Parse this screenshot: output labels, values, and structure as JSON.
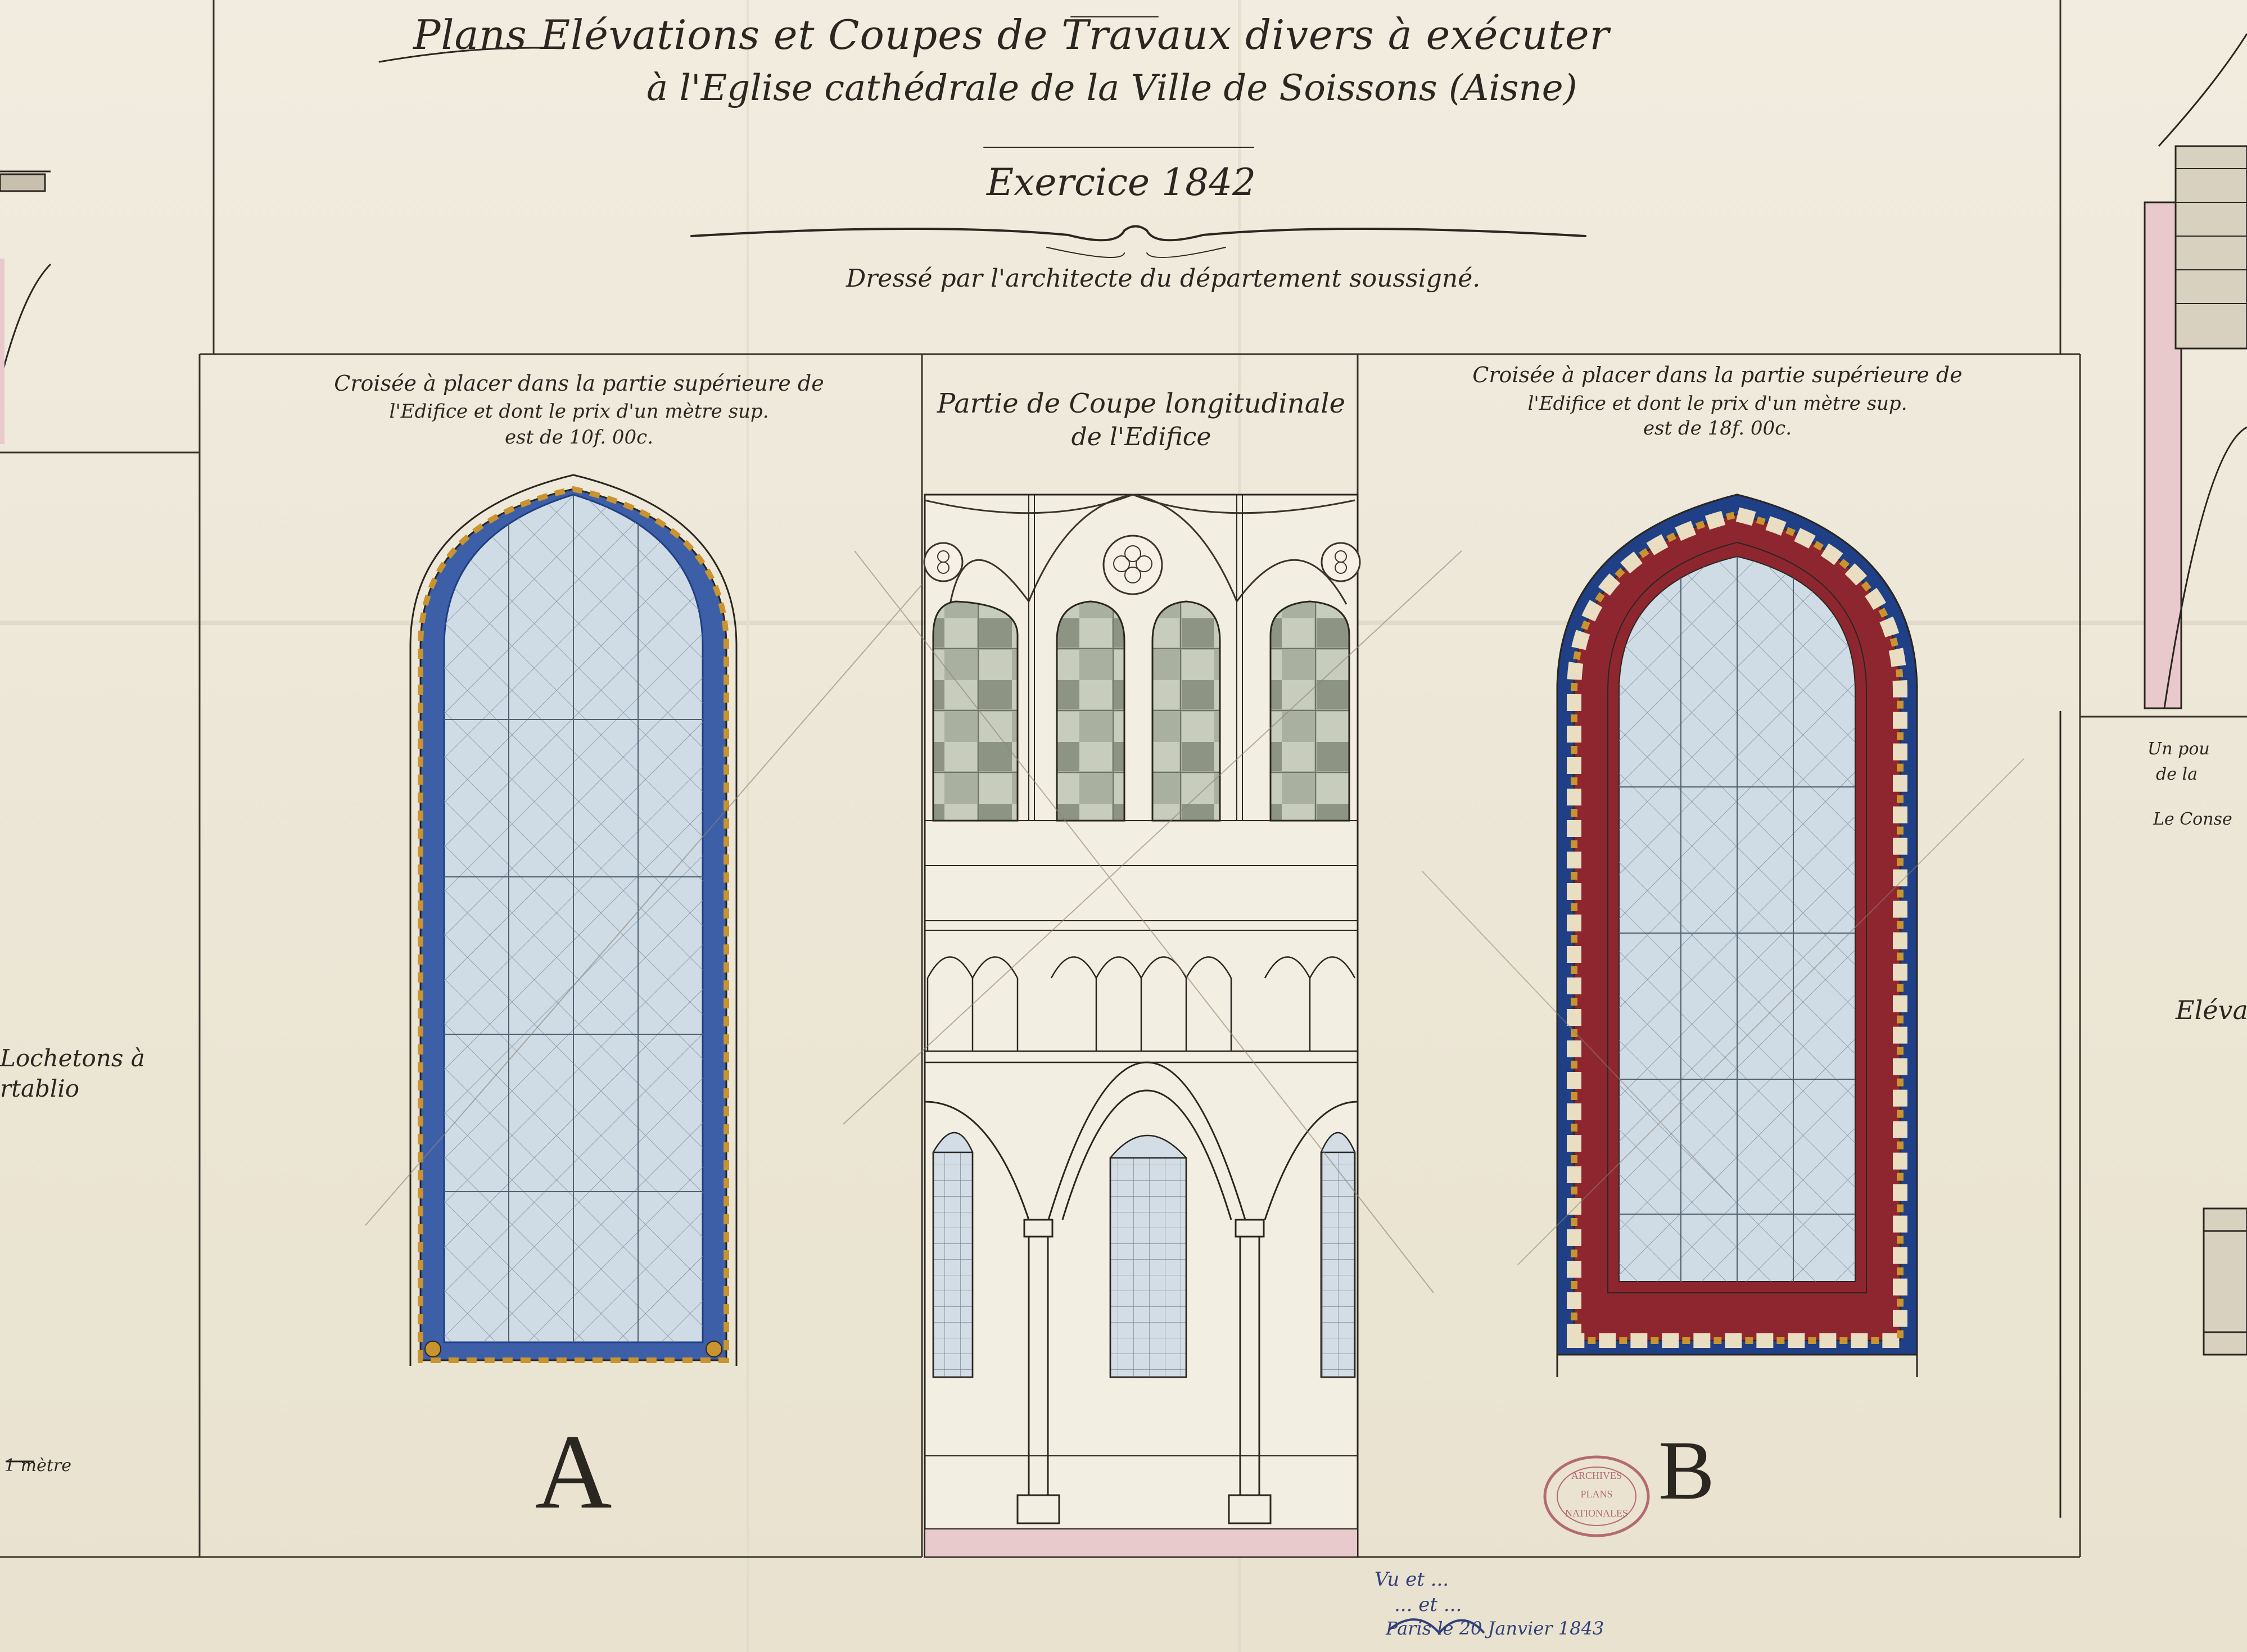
{
  "title": {
    "line1": "Plans Elévations et Coupes de Travaux divers à exécuter",
    "line2": "à l'Eglise cathédrale de la Ville de Soissons (Aisne)",
    "exercise": "Exercice 1842",
    "author": "Dressé par l'architecte du département soussigné."
  },
  "panel_a": {
    "caption_1": "Croisée à placer dans la partie supérieure de",
    "caption_2": "l'Edifice et dont le prix d'un mètre sup.",
    "caption_3": "est de 10f. 00c.",
    "letter": "A"
  },
  "panel_center": {
    "caption_1": "Partie de Coupe longitudinale",
    "caption_2": "de l'Edifice"
  },
  "panel_b": {
    "caption_1": "Croisée à placer dans la partie supérieure de",
    "caption_2": "l'Edifice et dont le prix d'un mètre sup.",
    "caption_3": "est de 18f. 00c.",
    "letter": "B"
  },
  "left_fragments": {
    "line_1": "Lochetons à",
    "line_2": "rtablio",
    "scale": "1 mètre"
  },
  "right_fragments": {
    "line_1": "Un pou",
    "line_2": "de la",
    "line_3": "Le Conse",
    "line_4": "Eléva"
  },
  "stamp": {
    "line_1": "ARCHIVES",
    "line_2": "PLANS",
    "line_3": "NATIONALES"
  },
  "footer_note": {
    "line_1": "Vu et ...",
    "line_2": "... et ...",
    "line_3": "Paris le 20 Janvier 1843"
  },
  "colors": {
    "paper": "#eee8d9",
    "ink": "#2a2620",
    "glass": "#cad8e3",
    "border_blue": "#3d5fa8",
    "border_gold": "#c9932f",
    "border_red": "#8e2630",
    "border_navy": "#1f3f86",
    "pink_wash": "#e8c9cc"
  }
}
